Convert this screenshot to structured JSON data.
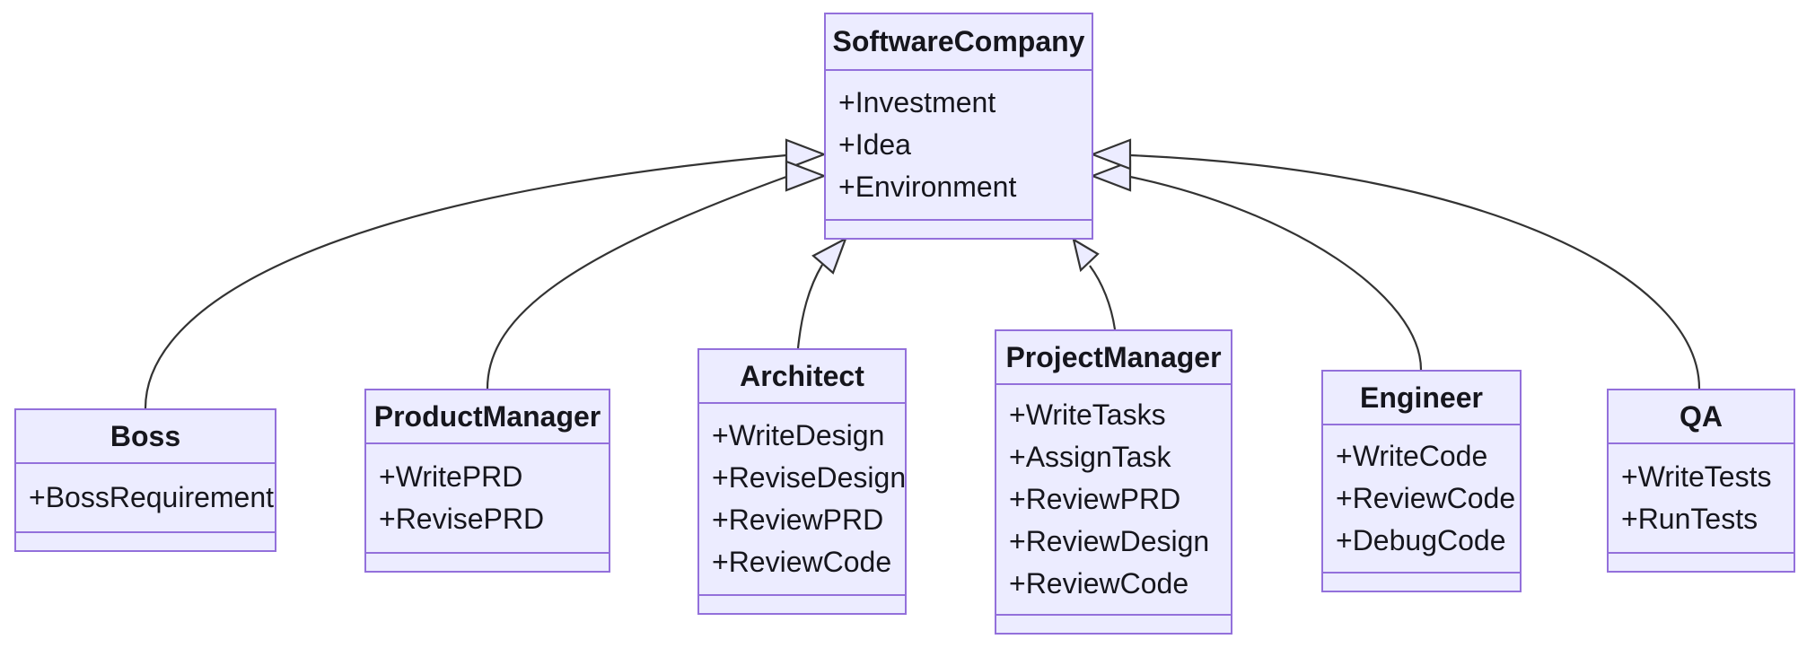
{
  "diagram": {
    "type": "uml-class-diagram",
    "colors": {
      "node_fill": "#ECECFF",
      "node_border": "#9370DB",
      "edge_line": "#333333",
      "text": "#16161d",
      "background": "#ffffff"
    },
    "classes": [
      {
        "name": "SoftwareCompany",
        "members": [
          "+Investment",
          "+Idea",
          "+Environment"
        ],
        "methods": []
      },
      {
        "name": "Boss",
        "members": [
          "+BossRequirement"
        ],
        "methods": []
      },
      {
        "name": "ProductManager",
        "members": [
          "+WritePRD",
          "+RevisePRD"
        ],
        "methods": []
      },
      {
        "name": "Architect",
        "members": [
          "+WriteDesign",
          "+ReviseDesign",
          "+ReviewPRD",
          "+ReviewCode"
        ],
        "methods": []
      },
      {
        "name": "ProjectManager",
        "members": [
          "+WriteTasks",
          "+AssignTask",
          "+ReviewPRD",
          "+ReviewDesign",
          "+ReviewCode"
        ],
        "methods": []
      },
      {
        "name": "Engineer",
        "members": [
          "+WriteCode",
          "+ReviewCode",
          "+DebugCode"
        ],
        "methods": []
      },
      {
        "name": "QA",
        "members": [
          "+WriteTests",
          "+RunTests"
        ],
        "methods": []
      }
    ],
    "relations": [
      {
        "from": "Boss",
        "to": "SoftwareCompany",
        "type": "inheritance"
      },
      {
        "from": "ProductManager",
        "to": "SoftwareCompany",
        "type": "inheritance"
      },
      {
        "from": "Architect",
        "to": "SoftwareCompany",
        "type": "inheritance"
      },
      {
        "from": "ProjectManager",
        "to": "SoftwareCompany",
        "type": "inheritance"
      },
      {
        "from": "Engineer",
        "to": "SoftwareCompany",
        "type": "inheritance"
      },
      {
        "from": "QA",
        "to": "SoftwareCompany",
        "type": "inheritance"
      }
    ]
  }
}
